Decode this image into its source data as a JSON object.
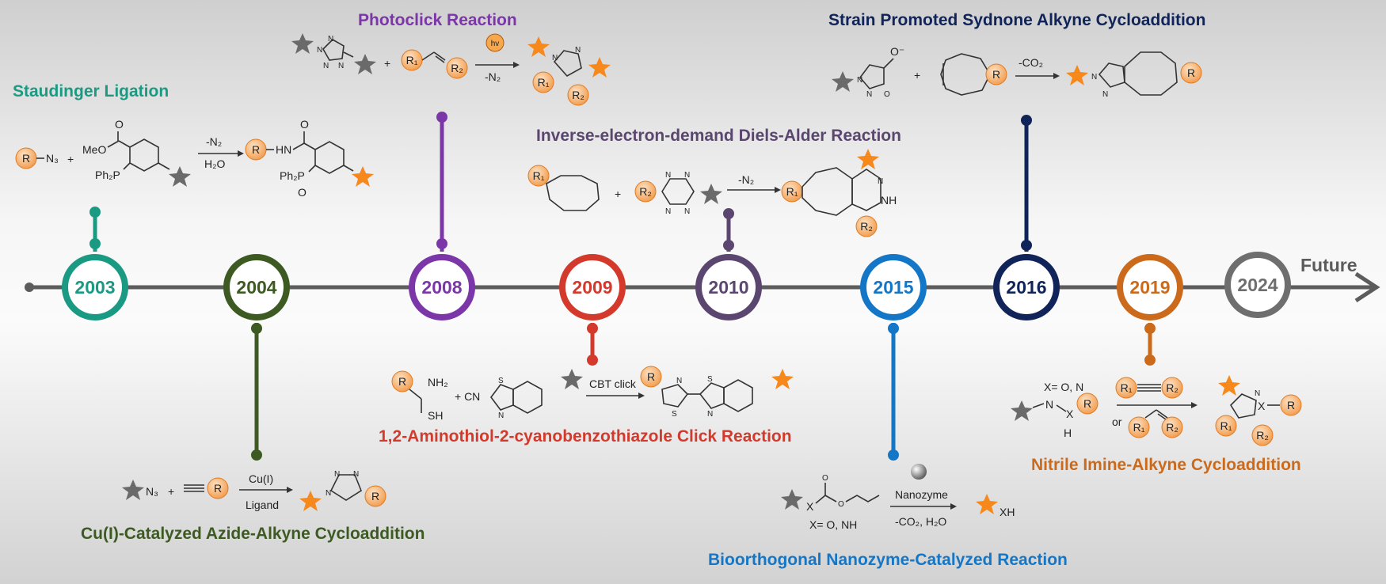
{
  "timeline": {
    "future_label": "Future",
    "years": [
      "2003",
      "2004",
      "2008",
      "2009",
      "2010",
      "2015",
      "2016",
      "2019",
      "2024"
    ]
  },
  "reactions": {
    "staudinger": {
      "title": "Staudinger Ligation",
      "meo": "MeO",
      "o": "O",
      "ph2p": "Ph₂P",
      "n3": "N₃",
      "plus": "+",
      "cond_top": "-N₂",
      "cond_bottom": "H₂O",
      "hn": "HN",
      "prod_ph2p": "Ph₂P",
      "prod_o": "O",
      "r": "R"
    },
    "cuaac": {
      "title": "Cu(I)-Catalyzed Azide-Alkyne Cycloaddition",
      "n3": "N₃",
      "plus": "+",
      "cond_top": "Cu(I)",
      "cond_bottom": "Ligand",
      "n": "N",
      "r": "R"
    },
    "photoclick": {
      "title": "Photoclick Reaction",
      "n": "N",
      "plus": "+",
      "hv": "hv",
      "cond_bottom": "-N₂",
      "r1": "R₁",
      "r2": "R₂"
    },
    "cbt": {
      "title": "1,2-Aminothiol-2-cyanobenzothiazole Click Reaction",
      "nh2": "NH₂",
      "sh": "SH",
      "plus_cn": "+ CN",
      "cond_top": "CBT click",
      "s": "S",
      "n": "N",
      "r": "R"
    },
    "iedda": {
      "title": "Inverse-electron-demand Diels-Alder Reaction",
      "plus": "+",
      "n": "N",
      "nh": "NH",
      "cond_top": "-N₂",
      "r1": "R₁",
      "r2": "R₂"
    },
    "nanozyme": {
      "title": "Bioorthogonal Nanozyme-Catalyzed Reaction",
      "x": "X",
      "o": "O",
      "xo_nh": "X= O, NH",
      "cond_top": "Nanozyme",
      "cond_bottom": "-CO₂, H₂O",
      "xh": "XH"
    },
    "spsac": {
      "title": "Strain Promoted Sydnone Alkyne Cycloaddition",
      "n": "N",
      "o": "O",
      "o_minus": "O⁻",
      "plus": "+",
      "cond_top": "-CO₂",
      "r": "R"
    },
    "nitrile": {
      "title": "Nitrile Imine-Alkyne Cycloaddition",
      "x_label": "X= O, N",
      "n": "N",
      "x": "X",
      "h": "H",
      "or": "or",
      "r": "R",
      "r1": "R₁",
      "r2": "R₂",
      "xr": "X"
    }
  },
  "colors": {
    "staudinger": "#1a9a82",
    "cuaac": "#3c5a22",
    "photoclick": "#7b36a8",
    "cbt": "#d33a2c",
    "iedda": "#5b4670",
    "nanozyme": "#1476c6",
    "spsac": "#10245a",
    "nitrile": "#cc6a1c",
    "y2024": "#6e6e6e",
    "axis": "#5c5c5c",
    "star_orange": "#f7881b",
    "star_gray": "#6a6a6a",
    "r_circle": "#f5a55a"
  }
}
